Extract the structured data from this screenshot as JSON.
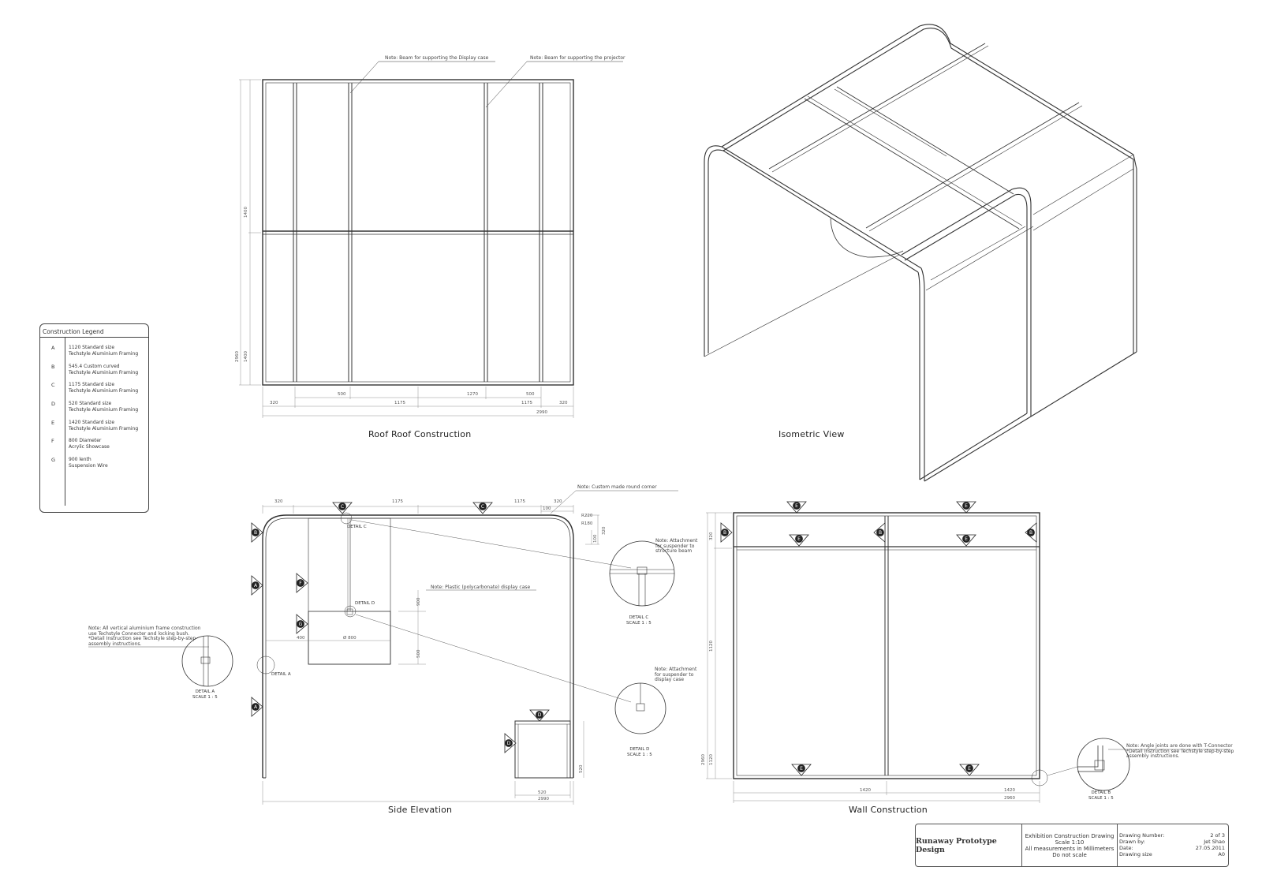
{
  "views": {
    "roof": {
      "title": "Roof Roof Construction"
    },
    "iso": {
      "title": "Isometric View"
    },
    "side": {
      "title": "Side Elevation"
    },
    "wall": {
      "title": "Wall Construction"
    }
  },
  "notes": {
    "display_beam": "Note: Beam for supporting the Display case",
    "projector_beam": "Note: Beam for supporting the projector",
    "round_corner": "Note: Custom made round corner",
    "display_case": "Note: Plastic (polycarbonate) display case",
    "frame_1": "Note: All vertical aluminium frame construction",
    "frame_2": "use Techstyle Connecter and locking bush.",
    "frame_3": "*Detail Instruction see Techstyle step-by-step",
    "frame_4": "assembly instructions.",
    "att_beam_1": "Note: Attachment",
    "att_beam_2": "for suspender to",
    "att_beam_3": "structure beam",
    "att_case_1": "Note: Attachment",
    "att_case_2": "for suspender to",
    "att_case_3": "display case",
    "angle_1": "Note: Angle joints are done with T-Connector",
    "angle_2": "*Detail Instruction see Techstyle step-by-step",
    "angle_3": "assembly instructions."
  },
  "details": {
    "a_label": "DETAIL A",
    "a_scale": "SCALE 1 : 5",
    "b_label": "DETAIL B",
    "b_scale": "SCALE 1 : 5",
    "c_label": "DETAIL C",
    "c_scale": "SCALE 1 : 5",
    "d_label": "DETAIL D",
    "d_scale": "SCALE 1 : 5",
    "c_tag": "DETAIL C",
    "d_tag": "DETAIL D",
    "a_tag": "DETAIL A"
  },
  "dimensions": {
    "roof": {
      "d500a": "500",
      "d1270": "1270",
      "d500b": "500",
      "d320a": "320",
      "d1175a": "1175",
      "d1175b": "1175",
      "d320b": "320",
      "d2990": "2990",
      "d1400a": "1400",
      "d1400b": "1400",
      "d2960": "2960"
    },
    "side": {
      "d320a": "320",
      "d1175a": "1175",
      "d1175b": "1175",
      "d320b": "320",
      "d100": "100",
      "r220": "R220",
      "r180": "R180",
      "d100v": "100",
      "d320v": "320",
      "d900": "900",
      "d400": "400",
      "dia800": "Ø 800",
      "d500": "500",
      "d520h": "520",
      "d520v": "520",
      "d2990": "2990"
    },
    "wall": {
      "d320": "320",
      "d1120": "1120",
      "d2960v": "2960",
      "d1120b": "1120",
      "d1420a": "1420",
      "d1420b": "1420",
      "d2960": "2960"
    }
  },
  "legend": {
    "title": "Construction Legend",
    "items": [
      {
        "key": "A",
        "line1": "1120 Standard size",
        "line2": "Techstyle Aluminium Framing"
      },
      {
        "key": "B",
        "line1": "545.4 Custom curved",
        "line2": "Techstyle Aluminium Framing"
      },
      {
        "key": "C",
        "line1": "1175 Standard size",
        "line2": "Techstyle Aluminium Framing"
      },
      {
        "key": "D",
        "line1": "520 Standard size",
        "line2": "Techstyle Aluminium Framing"
      },
      {
        "key": "E",
        "line1": "1420 Standard size",
        "line2": "Techstyle Aluminium Framing"
      },
      {
        "key": "F",
        "line1": "800 Diameter",
        "line2": "Acrylic Showcase"
      },
      {
        "key": "G",
        "line1": "900 lenth",
        "line2": "Suspension Wire"
      }
    ]
  },
  "markers": {
    "A": "A",
    "B": "B",
    "C": "C",
    "D": "D",
    "E": "E",
    "F": "F",
    "G": "G"
  },
  "title_block": {
    "company": "Runaway Prototype Design",
    "mid1": "Exhibition Construction Drawing",
    "mid2": "Scale 1:10",
    "mid3": "All measurements in Millimeters",
    "mid4": "Do not scale",
    "rows": [
      {
        "k": "Drawing Number:",
        "v": "2 of 3"
      },
      {
        "k": "Drawn by:",
        "v": "Jet Shao"
      },
      {
        "k": "Date:",
        "v": "27.05.2011"
      },
      {
        "k": "Drawing size",
        "v": "A0"
      }
    ]
  }
}
